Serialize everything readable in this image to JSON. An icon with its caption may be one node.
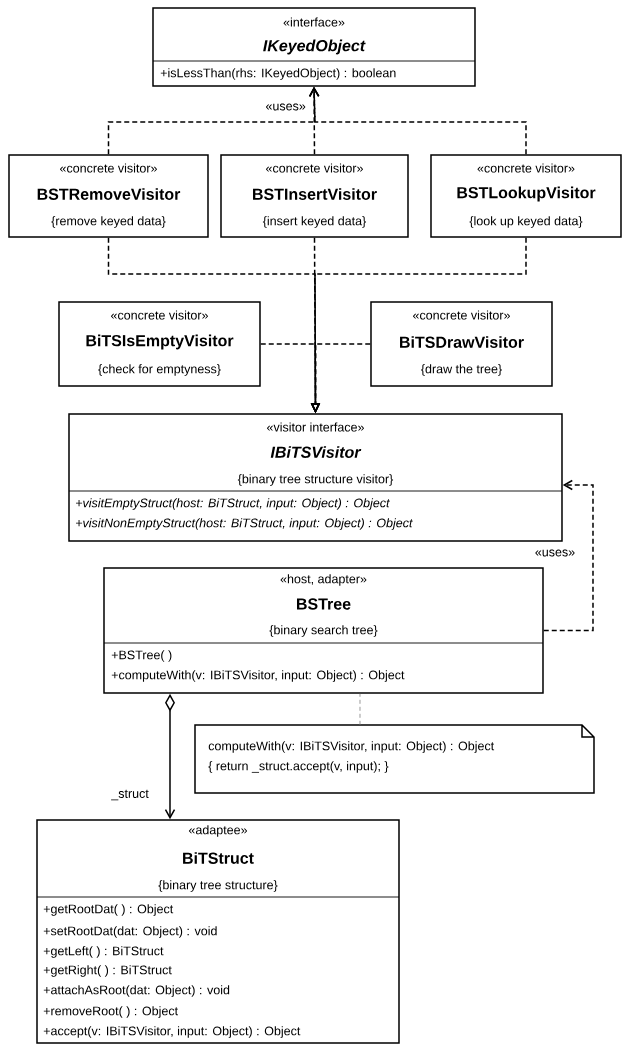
{
  "diagram": {
    "nodes": [
      {
        "text": [
          "«interface»",
          "IKeyedObject",
          "+isLessThan(rhs: IKeyedObject) : boolean"
        ]
      },
      {
        "text": [
          "«concrete visitor»",
          "BSTRemoveVisitor",
          "{remove keyed data}"
        ]
      },
      {
        "text": [
          "«concrete visitor»",
          "BSTInsertVisitor",
          "{insert keyed data}"
        ]
      },
      {
        "text": [
          "«concrete visitor»",
          "BSTLookupVisitor",
          "{look up keyed data}"
        ]
      },
      {
        "text": [
          "«concrete visitor»",
          "BiTSIsEmptyVisitor",
          "{check for emptyness}"
        ]
      },
      {
        "text": [
          "«concrete visitor»",
          "BiTSDrawVisitor",
          "{draw the tree}"
        ]
      },
      {
        "text": [
          "«visitor interface»",
          "IBiTSVisitor",
          "{binary tree structure visitor}",
          "+visitEmptyStruct(host: BiTStruct, input: Object) : Object",
          "+visitNonEmptyStruct(host: BiTStruct, input: Object) : Object"
        ]
      },
      {
        "text": [
          "«host, adapter»",
          "BSTree",
          "{binary search tree}",
          "+BSTree( )",
          "+computeWith(v: IBiTSVisitor, input: Object) : Object"
        ]
      },
      {
        "text": [
          "computeWith(v: IBiTSVisitor, input: Object) : Object",
          "{ return _struct.accept(v, input); }"
        ]
      },
      {
        "text": [
          "«adaptee»",
          "BiTStruct",
          "{binary tree structure}",
          "+getRootDat( ) : Object",
          "+setRootDat(dat: Object) : void",
          "+getLeft( ) : BiTStruct",
          "+getRight( ) : BiTStruct",
          "+attachAsRoot(dat: Object) : void",
          "+removeRoot( ) : Object",
          "+accept(v: IBiTSVisitor, input: Object) : Object"
        ]
      }
    ],
    "edges": [
      {
        "from": 1,
        "to": 0,
        "arrow": "to",
        "style": "dashed"
      },
      {
        "from": 2,
        "to": 0,
        "arrow": "to",
        "style": "dashed",
        "label": "«uses»"
      },
      {
        "from": 3,
        "to": 0,
        "arrow": "to",
        "style": "dashed"
      },
      {
        "from": 1,
        "to": 6,
        "arrow": "to",
        "style": "dashed"
      },
      {
        "from": 2,
        "to": 6,
        "arrow": "to",
        "style": "dashed"
      },
      {
        "from": 3,
        "to": 6,
        "arrow": "to",
        "style": "dashed"
      },
      {
        "from": 4,
        "to": 6,
        "arrow": "to",
        "style": "dashed"
      },
      {
        "from": 5,
        "to": 6,
        "arrow": "to",
        "style": "dashed"
      },
      {
        "from": 7,
        "to": 6,
        "arrow": "to",
        "style": "dashed",
        "label": "«uses»"
      },
      {
        "from": 7,
        "to": 9,
        "arrow": "to",
        "label": "_struct"
      },
      {
        "from": 8,
        "to": 7,
        "arrow": "none",
        "style": "dashed",
        "color": "#808080"
      }
    ]
  }
}
